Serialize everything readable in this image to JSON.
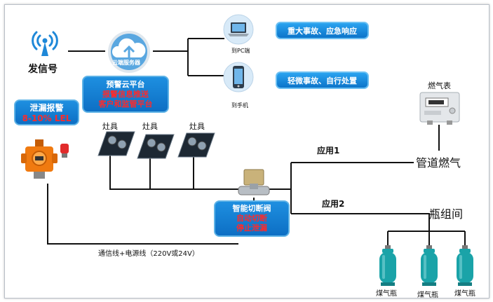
{
  "transmitter": {
    "label": "发信号",
    "icon": "antenna-icon"
  },
  "cloud": {
    "logo_text": "云端服务器",
    "icon": "cloud-upload-icon"
  },
  "cloud_platform": {
    "line1": "预警云平台",
    "line2": "报警信息推送",
    "line3": "客户和监管平台"
  },
  "leak_alarm": {
    "line1": "泄漏报警",
    "line2": "8-10% LEL"
  },
  "pc": {
    "label": "到PC端",
    "icon": "laptop-icon"
  },
  "phone": {
    "label": "到手机",
    "icon": "smartphone-icon"
  },
  "response_tags": {
    "major": "重大事故、应急响应",
    "minor": "轻微事故、自行处置"
  },
  "gas_meter": {
    "label": "燃气表",
    "icon": "gas-meter-icon"
  },
  "stoves": [
    "灶具",
    "灶具",
    "灶具"
  ],
  "valve": {
    "line1": "智能切断阀",
    "line2": "自动切断",
    "line3": "停止泄漏",
    "icon": "shutoff-valve-icon"
  },
  "applications": {
    "app1": "应用1",
    "app2": "应用2"
  },
  "pipeline_gas": "管道燃气",
  "cylinder_room": "瓶组间",
  "cylinders": [
    "煤气瓶",
    "煤气瓶",
    "煤气瓶"
  ],
  "wiring_label": "通信线+电源线（220V或24V）",
  "detector": {
    "icon": "gas-detector-icon"
  },
  "colors": {
    "box_blue": "#0d6fc4",
    "alarm_red": "#ff2a2a",
    "cylinder_teal": "#1aa3a8",
    "detector_orange": "#f07a10"
  }
}
